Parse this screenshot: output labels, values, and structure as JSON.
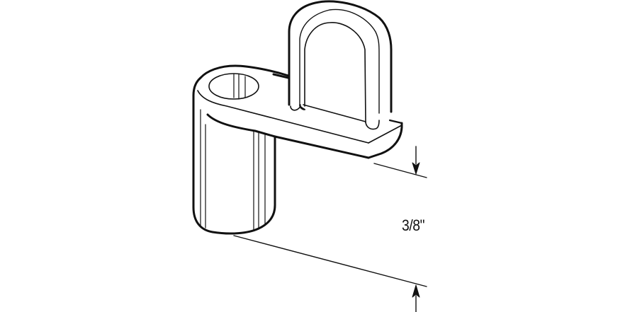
{
  "diagram": {
    "subject": "Sliding screen door / window screen clip with mounting post and hook loop",
    "style": "black line-art technical illustration on white background",
    "stroke_color": "#111111",
    "background_color": "#ffffff",
    "parts": [
      {
        "name": "mounting-post",
        "description": "vertical cylindrical post"
      },
      {
        "name": "screw-hole",
        "description": "elliptical hole on top of the post"
      },
      {
        "name": "base-plate",
        "description": "flat arm extending from post"
      },
      {
        "name": "hook-loop",
        "description": "upright U-shaped loop on base plate"
      }
    ],
    "dimension": {
      "label": "3/8\"",
      "measures": "vertical offset between bottom of base plate and bottom of post",
      "arrow_top_direction": "down",
      "arrow_bottom_direction": "up"
    }
  }
}
